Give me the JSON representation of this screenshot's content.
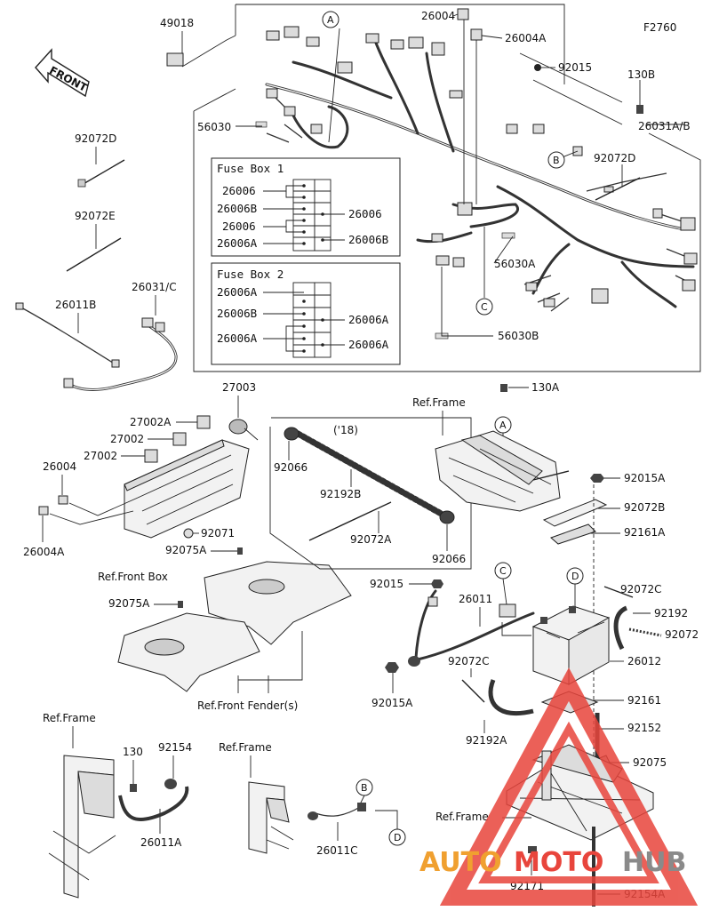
{
  "figure_code": "F2760",
  "front_label": "FRONT",
  "labels": {
    "p49018": "49018",
    "p26004_top": "26004",
    "p26004A_top": "26004A",
    "p92015_top": "92015",
    "p130B": "130B",
    "p26031AB": "26031A/B",
    "p92072D_left": "92072D",
    "p92072D_right": "92072D",
    "p56030": "56030",
    "p56030A": "56030A",
    "p56030B": "56030B",
    "p92072E": "92072E",
    "p26031C": "26031/C",
    "p26011B": "26011B",
    "p27003": "27003",
    "p27002A": "27002A",
    "p27002_a": "27002",
    "p27002_b": "27002",
    "p26004_mid": "26004",
    "p26004A_mid": "26004A",
    "p92071": "92071",
    "p92075A_a": "92075A",
    "p92075A_b": "92075A",
    "ref_front_box": "Ref.Front Box",
    "ref_front_fender": "Ref.Front Fender(s)",
    "p130A": "130A",
    "ref_frame_top": "Ref.Frame",
    "year_18": "('18)",
    "p92066_a": "92066",
    "p92066_b": "92066",
    "p92192B": "92192B",
    "p92072A": "92072A",
    "p92015A_top": "92015A",
    "p92072B": "92072B",
    "p92161A": "92161A",
    "p92015_mid": "92015",
    "p26011": "26011",
    "p92072C_a": "92072C",
    "p92192": "92192",
    "p92072": "92072",
    "p26012": "26012",
    "p92072C_b": "92072C",
    "p92015A_mid": "92015A",
    "p92192A": "92192A",
    "p92161": "92161",
    "p92152": "92152",
    "p92075": "92075",
    "ref_frame_br": "Ref.Frame",
    "p92171": "92171",
    "p92154A": "92154A",
    "ref_frame_bl": "Ref.Frame",
    "p130": "130",
    "p92154": "92154",
    "p26011A": "26011A",
    "ref_frame_bm": "Ref.Frame",
    "p26011C": "26011C"
  },
  "callouts": {
    "A": "A",
    "B": "B",
    "C": "C",
    "D": "D"
  },
  "fuse_box_1": {
    "title": "Fuse Box 1",
    "left": [
      "26006",
      "26006B",
      "26006",
      "26006A"
    ],
    "right": [
      "26006",
      "26006B"
    ]
  },
  "fuse_box_2": {
    "title": "Fuse Box 2",
    "left": [
      "26006A",
      "26006B",
      "26006A"
    ],
    "right": [
      "26006A",
      "26006A"
    ]
  },
  "watermark": {
    "part1": "AUTO",
    "part2": "MOTO",
    "part3": "HUB",
    "color_red": "#e8453c",
    "color_orange": "#f0a030",
    "color_gray": "#8a8a8a"
  }
}
